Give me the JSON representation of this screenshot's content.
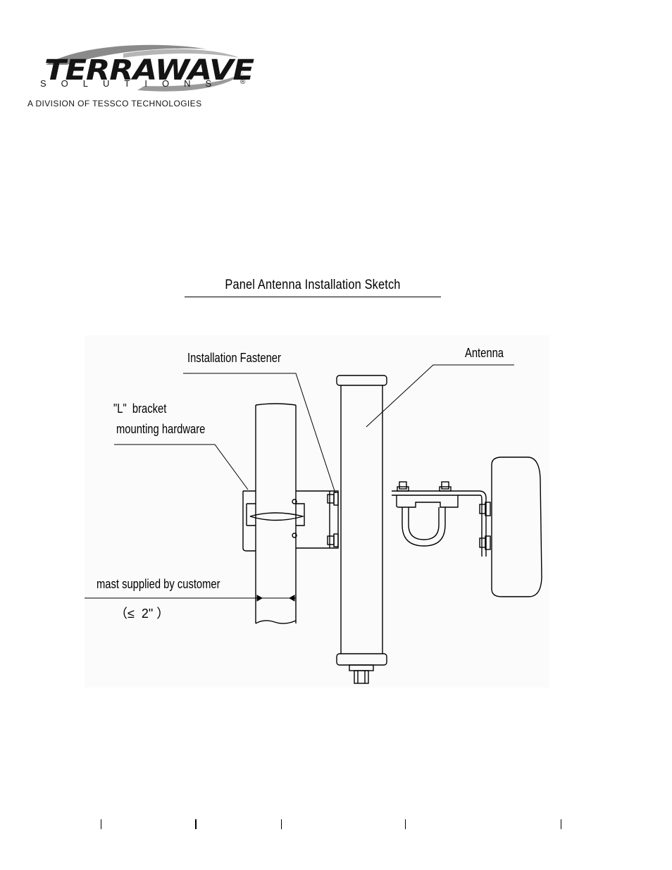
{
  "logo": {
    "wordmark": "TERRAWAVE",
    "sub": "SOLUTIONS",
    "registered": "®",
    "tagline": "A DIVISION OF TESSCO TECHNOLOGIES"
  },
  "sketch": {
    "title": "Panel Antenna Installation Sketch",
    "labels": {
      "fastener": "Installation Fastener",
      "antenna": "Antenna",
      "bracket_line1": "\"L\"  bracket",
      "bracket_line2": "mounting hardware",
      "mast": "mast supplied by customer",
      "mast_size": "（≤  2\" ）"
    }
  }
}
